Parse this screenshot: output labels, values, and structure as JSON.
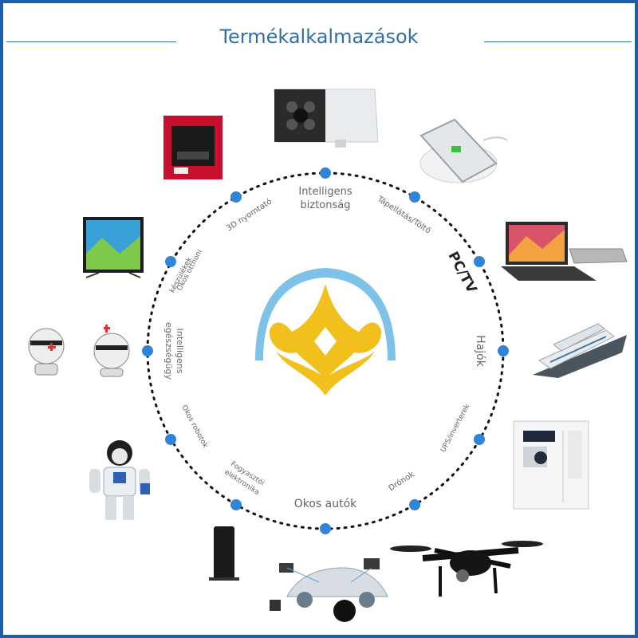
{
  "header": {
    "title": "Termékalkalmazások"
  },
  "colors": {
    "accent": "#2f6ea8",
    "dot": "#2f86d8",
    "logo_gold": "#f2c01c",
    "logo_arc": "#7fc2e8"
  },
  "applications": [
    {
      "id": "security",
      "label": "Intelligens biztonság",
      "icon": "security-camera-icon"
    },
    {
      "id": "power",
      "label": "Tápellátás/Töltő",
      "icon": "wireless-charger-icon"
    },
    {
      "id": "pctv",
      "label": "PC/TV",
      "icon": "laptop-icon"
    },
    {
      "id": "ships",
      "label": "Hajók",
      "icon": "ship-icon"
    },
    {
      "id": "ups",
      "label": "UPS/inverterek",
      "icon": "inverter-icon"
    },
    {
      "id": "drones",
      "label": "Drónok",
      "icon": "drone-icon"
    },
    {
      "id": "cars",
      "label": "Okos autók",
      "icon": "smart-car-icon"
    },
    {
      "id": "consumer",
      "label": "Fogyasztói elektronika",
      "icon": "speaker-icon"
    },
    {
      "id": "robots",
      "label": "Okos robotok",
      "icon": "robot-icon"
    },
    {
      "id": "health",
      "label": "Intelligens egészségügy",
      "icon": "medical-robot-icon"
    },
    {
      "id": "smarthome",
      "label": "Okos otthoni készülékek",
      "icon": "tv-icon"
    },
    {
      "id": "printer",
      "label": "3D nyomtató",
      "icon": "3d-printer-icon"
    }
  ]
}
